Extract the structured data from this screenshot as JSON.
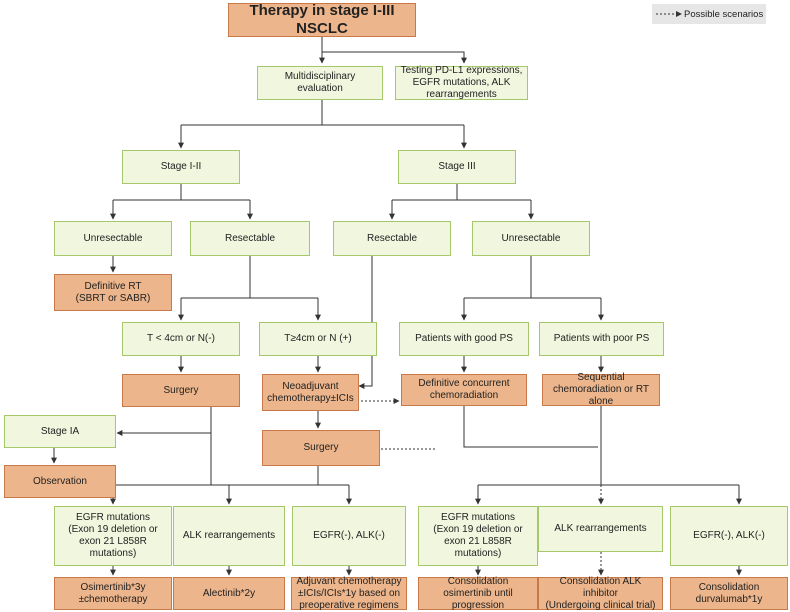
{
  "title": "Therapy in stage I-III NSCLC",
  "legend": {
    "label": "Possible scenarios"
  },
  "colors": {
    "green_fill": "#f1f7df",
    "green_border": "#a7c76b",
    "orange_fill": "#ecb58b",
    "orange_border": "#c9784a",
    "line": "#333333"
  },
  "nodes": {
    "multidisciplinary": "Multidisciplinary\nevaluation",
    "testing": "Testing PD-L1 expressions,\nEGFR mutations, ALK\nrearrangements",
    "stage_1_2": "Stage I-II",
    "stage_3": "Stage III",
    "unresectable_left": "Unresectable",
    "resectable_left": "Resectable",
    "resectable_right": "Resectable",
    "unresectable_right": "Unresectable",
    "definitive_rt": "Definitive RT\n(SBRT or SABR)",
    "t_small": "T < 4cm or N(-)",
    "t_large": "T≥4cm or N  (+)",
    "good_ps": "Patients with good PS",
    "poor_ps": "Patients with poor PS",
    "surgery_1": "Surgery",
    "neoadjuvant": "Neoadjuvant\nchemotherapy±ICIs",
    "definitive_concurrent": "Definitive concurrent\nchemoradiation",
    "sequential": "Sequential\nchemoradiation or RT\nalone",
    "stage_ia": "Stage IA",
    "surgery_2": "Surgery",
    "observation": "Observation",
    "egfr_left": "EGFR mutations\n(Exon 19 deletion or\nexon 21 L858R\nmutations)",
    "alk_left": "ALK rearrangements",
    "neg_left": "EGFR(-), ALK(-)",
    "egfr_right": "EGFR mutations\n(Exon 19 deletion or\nexon 21 L858R\nmutations)",
    "alk_right": "ALK rearrangements",
    "neg_right": "EGFR(-), ALK(-)",
    "osimertinib": "Osimertinib*3y\n±chemotherapy",
    "alectinib": "Alectinib*2y",
    "adjuvant": "Adjuvant chemotherapy\n±ICIs/ICIs*1y based on\npreoperative regimens",
    "consol_osimertinib": "Consolidation\nosimertinib until\nprogression",
    "consol_alk": "Consolidation ALK\ninhibitor\n(Undergoing clinical trial)",
    "consol_durvalumab": "Consolidation\ndurvalumab*1y"
  }
}
